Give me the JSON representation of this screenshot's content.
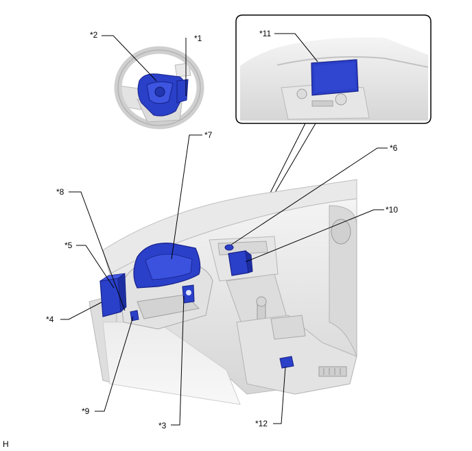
{
  "labels": {
    "l1": "*1",
    "l2": "*2",
    "l3": "*3",
    "l4": "*4",
    "l5": "*5",
    "l6": "*6",
    "l7": "*7",
    "l8": "*8",
    "l9": "*9",
    "l10": "*10",
    "l11": "*11",
    "l12": "*12"
  },
  "footer_code": "H",
  "colors": {
    "component": "#2a40c8",
    "component_dark": "#17208a",
    "interior": "#e4e4e4",
    "interior_shade": "#c9c9c9",
    "outline": "#9a9a9a"
  }
}
